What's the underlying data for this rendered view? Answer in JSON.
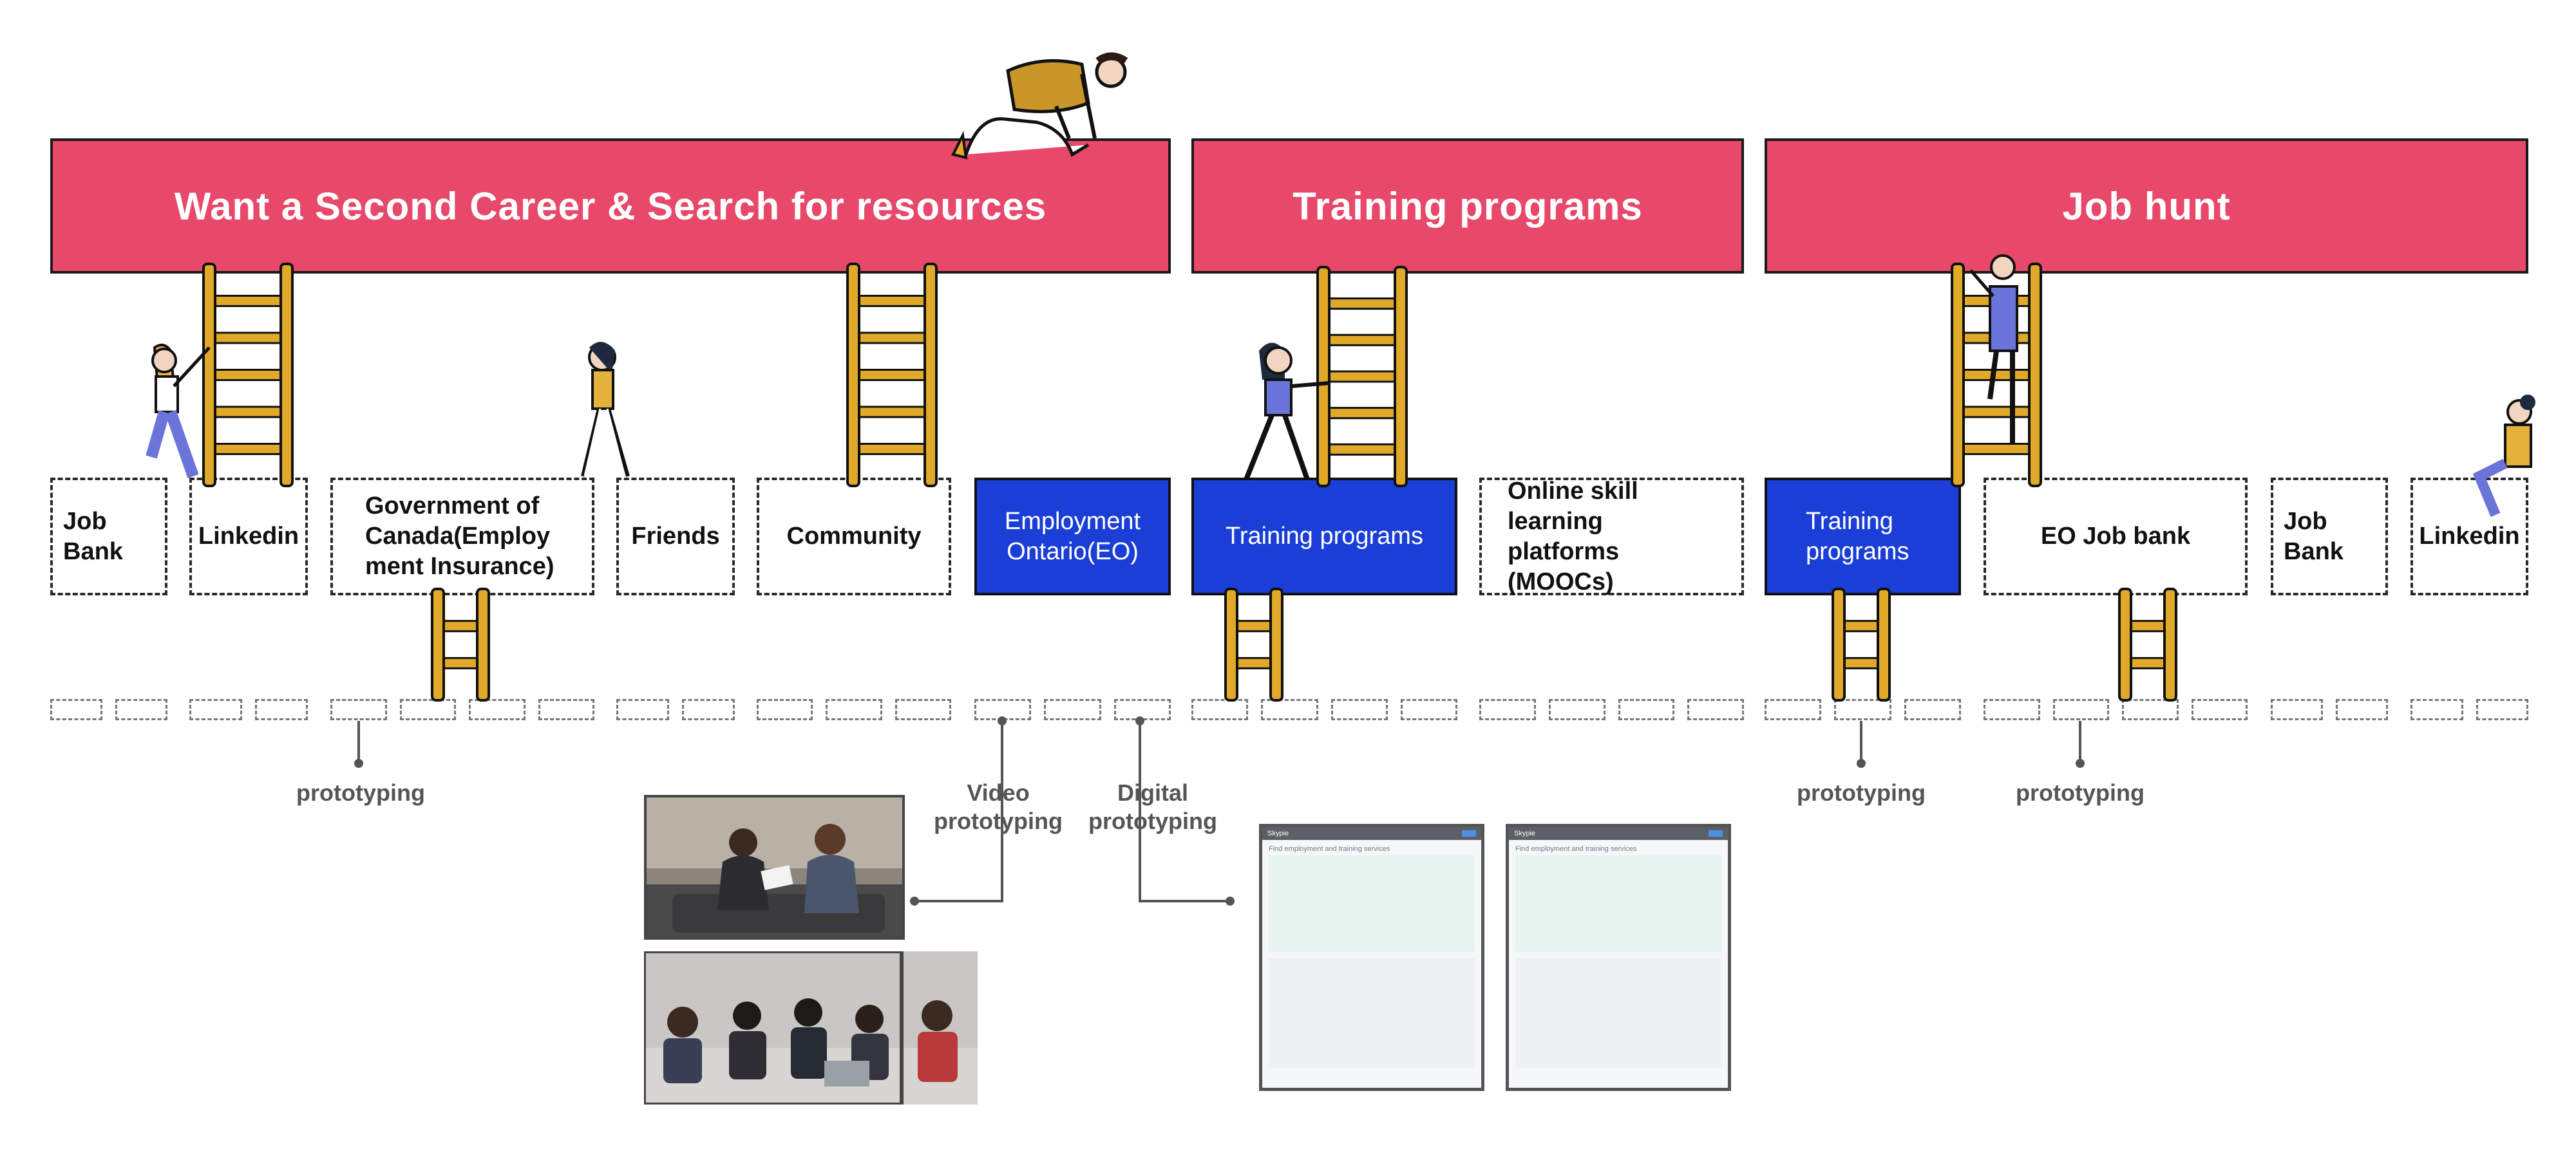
{
  "stages": [
    {
      "id": "career",
      "title": "Want a Second Career & Search for resources"
    },
    {
      "id": "training",
      "title": "Training programs"
    },
    {
      "id": "hunt",
      "title": "Job hunt"
    }
  ],
  "touchpoints": [
    {
      "id": "job-bank-1",
      "label": "Job Bank",
      "highlighted": false
    },
    {
      "id": "linkedin-1",
      "label": "Linkedin",
      "highlighted": false
    },
    {
      "id": "government",
      "label": "Government of Canada(Employ ment Insurance)",
      "highlighted": false
    },
    {
      "id": "friends",
      "label": "Friends",
      "highlighted": false
    },
    {
      "id": "community",
      "label": "Community",
      "highlighted": false
    },
    {
      "id": "employment-ontario",
      "label": "Employment Ontario(EO)",
      "highlighted": true
    },
    {
      "id": "training-programs-1",
      "label": "Training programs",
      "highlighted": true
    },
    {
      "id": "online-skill",
      "label": "Online skill learning platforms (MOOCs)",
      "highlighted": false
    },
    {
      "id": "training-programs-2",
      "label": "Training programs",
      "highlighted": true
    },
    {
      "id": "eo-job-bank",
      "label": "EO Job bank",
      "highlighted": false
    },
    {
      "id": "job-bank-2",
      "label": "Job Bank",
      "highlighted": false
    },
    {
      "id": "linkedin-2",
      "label": "Linkedin",
      "highlighted": false
    }
  ],
  "techniques": [
    {
      "id": "prototyping-1",
      "label": "prototyping"
    },
    {
      "id": "video-prototyping",
      "label": "Video prototyping"
    },
    {
      "id": "digital-prototyping",
      "label": "Digital prototyping"
    },
    {
      "id": "prototyping-2",
      "label": "prototyping"
    },
    {
      "id": "prototyping-3",
      "label": "prototyping"
    }
  ],
  "screen_mockup": {
    "logo": "Skypie",
    "heading": "Find employment and training services"
  },
  "colors": {
    "banner": "#e8486a",
    "highlight": "#1a3ed6",
    "ladder": "#e0a92a",
    "connector": "#555555"
  }
}
